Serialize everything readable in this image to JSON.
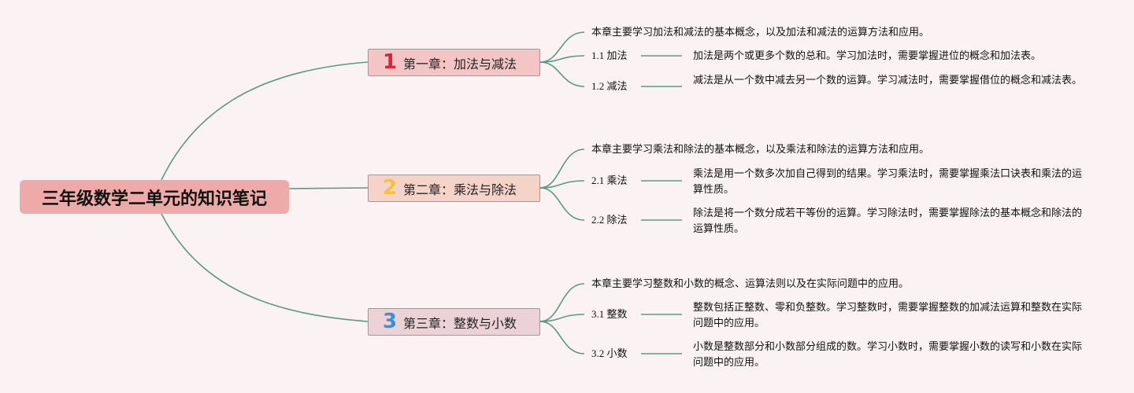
{
  "root": {
    "title": "三年级数学二单元的知识笔记"
  },
  "chapters": [
    {
      "number": "1",
      "number_color": "#e0223a",
      "title": "第一章：加法与减法",
      "summary": "本章主要学习加法和减法的基本概念，以及加法和减法的运算方法和应用。",
      "sections": [
        {
          "label": "1.1 加法",
          "text": "加法是两个或更多个数的总和。学习加法时，需要掌握进位的概念和加法表。"
        },
        {
          "label": "1.2 减法",
          "text": "减法是从一个数中减去另一个数的运算。学习减法时，需要掌握借位的概念和减法表。"
        }
      ]
    },
    {
      "number": "2",
      "number_color": "#f5c23a",
      "title": "第二章：乘法与除法",
      "summary": "本章主要学习乘法和除法的基本概念，以及乘法和除法的运算方法和应用。",
      "sections": [
        {
          "label": "2.1 乘法",
          "text": "乘法是用一个数多次加自己得到的结果。学习乘法时，需要掌握乘法口诀表和乘法的运算性质。"
        },
        {
          "label": "2.2 除法",
          "text": "除法是将一个数分成若干等份的运算。学习除法时，需要掌握除法的基本概念和除法的运算性质。"
        }
      ]
    },
    {
      "number": "3",
      "number_color": "#3b8fd6",
      "title": "第三章：整数与小数",
      "summary": "本章主要学习整数和小数的概念、运算法则以及在实际问题中的应用。",
      "sections": [
        {
          "label": "3.1 整数",
          "text": "整数包括正整数、零和负整数。学习整数时，需要掌握整数的加减法运算和整数在实际问题中的应用。"
        },
        {
          "label": "3.2 小数",
          "text": "小数是整数部分和小数部分组成的数。学习小数时，需要掌握小数的读写和小数在实际问题中的应用。"
        }
      ]
    }
  ],
  "colors": {
    "connector": "#5a9a87"
  }
}
